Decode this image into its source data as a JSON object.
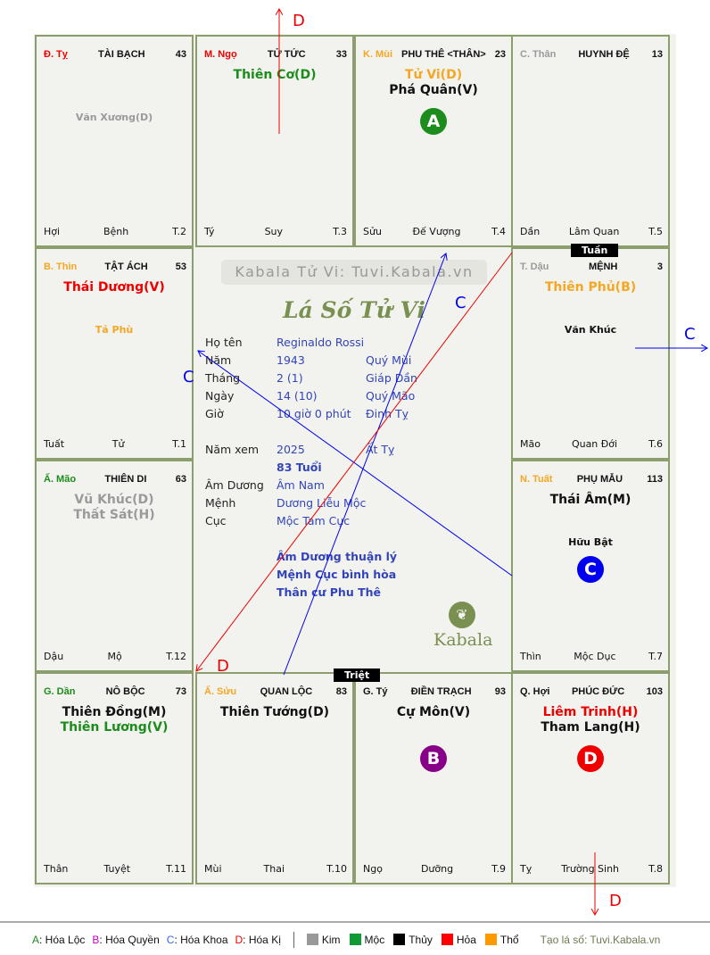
{
  "colors": {
    "red": "#ee0000",
    "green": "#1c8c1c",
    "orange": "#f5a623",
    "gray": "#9a9a9a",
    "black": "#111111",
    "blue": "#0000ee",
    "purple": "#880088"
  },
  "cells": [
    {
      "id": "ty",
      "can": "Đ. Tỵ",
      "can_color": "red",
      "name": "TÀI BẠCH",
      "age": "43",
      "main": [],
      "minor": [
        {
          "text": "Văn Xương(D)",
          "color": "gray"
        }
      ],
      "circle": null,
      "foot": [
        "Hợi",
        "Bệnh",
        "T.2"
      ]
    },
    {
      "id": "ngo",
      "can": "M. Ngọ",
      "can_color": "red",
      "name": "TỬ TỨC",
      "age": "33",
      "main": [
        {
          "text": "Thiên Cơ(D)",
          "color": "green"
        }
      ],
      "minor": [],
      "circle": null,
      "foot": [
        "Tý",
        "Suy",
        "T.3"
      ]
    },
    {
      "id": "mui",
      "can": "K. Mùi",
      "can_color": "orange",
      "name": "PHU THÊ <THÂN>",
      "age": "23",
      "main": [
        {
          "text": "Tử Vi(D)",
          "color": "orange"
        },
        {
          "text": "Phá Quân(V)",
          "color": "black"
        }
      ],
      "minor": [],
      "circle": {
        "letter": "A",
        "color": "green"
      },
      "foot": [
        "Sửu",
        "Đế Vượng",
        "T.4"
      ]
    },
    {
      "id": "than",
      "can": "C. Thân",
      "can_color": "gray",
      "name": "HUYNH ĐỆ",
      "age": "13",
      "main": [],
      "minor": [],
      "circle": null,
      "foot": [
        "Dần",
        "Lâm Quan",
        "T.5"
      ]
    },
    {
      "id": "dau",
      "can": "T. Dậu",
      "can_color": "gray",
      "name": "MỆNH",
      "age": "3",
      "main": [
        {
          "text": "Thiên Phủ(B)",
          "color": "orange"
        }
      ],
      "minor": [
        {
          "text": "Văn Khúc",
          "color": "black"
        }
      ],
      "circle": null,
      "foot": [
        "Mão",
        "Quan Đới",
        "T.6"
      ]
    },
    {
      "id": "tuat",
      "can": "N. Tuất",
      "can_color": "orange",
      "name": "PHỤ MẪU",
      "age": "113",
      "main": [
        {
          "text": "Thái Âm(M)",
          "color": "black"
        }
      ],
      "minor": [
        {
          "text": "Hữu Bật",
          "color": "black"
        }
      ],
      "circle": {
        "letter": "C",
        "color": "blue"
      },
      "foot": [
        "Thìn",
        "Mộc Dục",
        "T.7"
      ]
    },
    {
      "id": "hoi",
      "can": "Q. Hợi",
      "can_color": "black",
      "name": "PHÚC ĐỨC",
      "age": "103",
      "main": [
        {
          "text": "Liêm Trinh(H)",
          "color": "red"
        },
        {
          "text": "Tham Lang(H)",
          "color": "black"
        }
      ],
      "minor": [],
      "circle": {
        "letter": "D",
        "color": "red"
      },
      "foot": [
        "Tỵ",
        "Trường Sinh",
        "T.8"
      ]
    },
    {
      "id": "tyrat",
      "can": "G. Tý",
      "can_color": "black",
      "name": "ĐIỀN TRẠCH",
      "age": "93",
      "main": [
        {
          "text": "Cự Môn(V)",
          "color": "black"
        }
      ],
      "minor": [],
      "circle": {
        "letter": "B",
        "color": "purple"
      },
      "foot": [
        "Ngọ",
        "Dưỡng",
        "T.9"
      ]
    },
    {
      "id": "suu",
      "can": "Ấ. Sửu",
      "can_color": "orange",
      "name": "QUAN LỘC",
      "age": "83",
      "main": [
        {
          "text": "Thiên Tướng(D)",
          "color": "black"
        }
      ],
      "minor": [],
      "circle": null,
      "foot": [
        "Mùi",
        "Thai",
        "T.10"
      ]
    },
    {
      "id": "dan",
      "can": "G. Dần",
      "can_color": "green",
      "name": "NÔ BỘC",
      "age": "73",
      "main": [
        {
          "text": "Thiên Đồng(M)",
          "color": "black"
        },
        {
          "text": "Thiên Lương(V)",
          "color": "green"
        }
      ],
      "minor": [],
      "circle": null,
      "foot": [
        "Thân",
        "Tuyệt",
        "T.11"
      ]
    },
    {
      "id": "mao",
      "can": "Ấ. Mão",
      "can_color": "green",
      "name": "THIÊN DI",
      "age": "63",
      "main": [
        {
          "text": "Vũ Khúc(D)",
          "color": "gray"
        },
        {
          "text": "Thất Sát(H)",
          "color": "gray"
        }
      ],
      "minor": [],
      "circle": null,
      "foot": [
        "Dậu",
        "Mộ",
        "T.12"
      ]
    },
    {
      "id": "thin",
      "can": "B. Thìn",
      "can_color": "orange",
      "name": "TẬT ÁCH",
      "age": "53",
      "main": [
        {
          "text": "Thái Dương(V)",
          "color": "red"
        }
      ],
      "minor": [
        {
          "text": "Tả Phù",
          "color": "orange"
        }
      ],
      "circle": null,
      "foot": [
        "Tuất",
        "Tử",
        "T.1"
      ]
    }
  ],
  "tags": {
    "tuan": "Tuần",
    "triet": "Triệt"
  },
  "center": {
    "watermark": "Kabala Tử Vi: Tuvi.Kabala.vn",
    "title": "Lá Số Tử Vi",
    "rows": [
      {
        "label": "Họ tên",
        "value": "Reginaldo Rossi",
        "extra": ""
      },
      {
        "label": "Năm",
        "value": "1943",
        "extra": "Quý Mùi"
      },
      {
        "label": "Tháng",
        "value": "2  (1)",
        "extra": "Giáp Dần"
      },
      {
        "label": "Ngày",
        "value": "14  (10)",
        "extra": "Quý Mão"
      },
      {
        "label": "Giờ",
        "value": "10 giờ 0 phút",
        "extra": "Đinh Tỵ"
      },
      {
        "label": "Năm xem",
        "value": "2025",
        "extra": "Ất Tỵ"
      },
      {
        "label": "",
        "value": "83 Tuổi",
        "extra": ""
      },
      {
        "label": "Âm Dương",
        "value": "Âm Nam",
        "extra": ""
      },
      {
        "label": "Mệnh",
        "value": "Dương Liễu Mộc",
        "extra": ""
      },
      {
        "label": "Cục",
        "value": "Mộc Tam Cục",
        "extra": ""
      }
    ],
    "notes": [
      "Âm Dương thuận lý",
      "Mệnh Cục bình hòa",
      "Thân cư Phu Thê"
    ],
    "logo": "Kabala"
  },
  "arrows": [
    {
      "label": "D"
    },
    {
      "label": "C"
    },
    {
      "label": "C"
    },
    {
      "label": "D"
    },
    {
      "label": "C"
    },
    {
      "label": "D"
    }
  ],
  "legend": {
    "hoa": [
      {
        "key": "A",
        "text": ": Hóa Lộc",
        "color": "#1c8c1c"
      },
      {
        "key": "B",
        "text": ": Hóa Quyền",
        "color": "#cc00cc"
      },
      {
        "key": "C",
        "text": ": Hóa Khoa",
        "color": "#3366ff"
      },
      {
        "key": "D",
        "text": ": Hóa Kị",
        "color": "#ee0000"
      }
    ],
    "elements": [
      {
        "text": "Kim",
        "color": "#999999"
      },
      {
        "text": "Mộc",
        "color": "#119933"
      },
      {
        "text": "Thủy",
        "color": "#000000"
      },
      {
        "text": "Hỏa",
        "color": "#ff0000"
      },
      {
        "text": "Thổ",
        "color": "#ff9900"
      }
    ],
    "credit": "Tạo lá số: Tuvi.Kabala.vn"
  }
}
